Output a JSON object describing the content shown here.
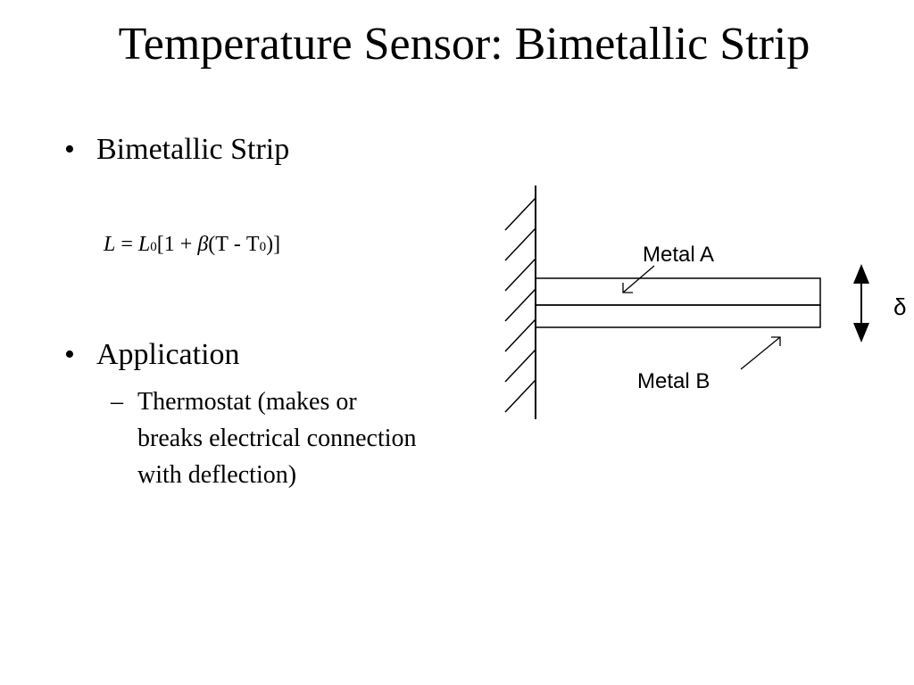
{
  "slide": {
    "title": "Temperature Sensor: Bimetallic Strip"
  },
  "bullets": [
    {
      "marker": "•",
      "text": "Bimetallic Strip"
    },
    {
      "marker": "•",
      "text": "Application",
      "sub_items": [
        {
          "marker": "–",
          "text": "Thermostat (makes or breaks electrical connection with deflection)"
        }
      ]
    }
  ],
  "formula": {
    "lhs": "L",
    "equals": "=",
    "rhs_var": "L",
    "rhs_sub": "0",
    "open_bracket": "[1",
    "plus": "+",
    "beta": "β",
    "paren_open": "(T",
    "minus": "-",
    "t_var": "T",
    "t_sub": "0",
    "close": ")]"
  },
  "diagram": {
    "label_metal_a": "Metal A",
    "label_metal_b": "Metal B",
    "label_deflection": "δ"
  }
}
